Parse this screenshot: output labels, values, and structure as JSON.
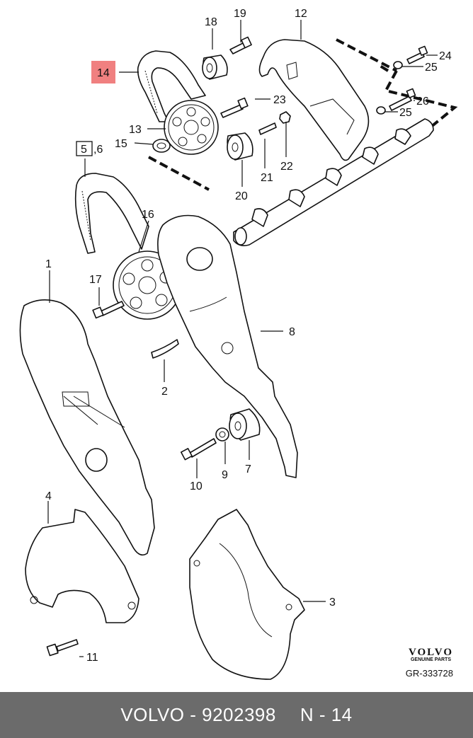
{
  "labels": {
    "p1": "1",
    "p2": "2",
    "p3": "3",
    "p4": "4",
    "p7": "7",
    "p8": "8",
    "p9": "9",
    "p10": "10",
    "p11": "11",
    "p12": "12",
    "p13": "13",
    "p14": "14",
    "p15": "15",
    "p16": "16",
    "p17": "17",
    "p18": "18",
    "p19": "19",
    "p20": "20",
    "p21": "21",
    "p22": "22",
    "p23": "23",
    "p24": "24",
    "p25a": "25",
    "p25b": "25",
    "p26": "26",
    "p5": "5",
    "p6": ",6"
  },
  "highlight_color": "#f08080",
  "brand": {
    "name": "VOLVO",
    "sub": "GENUINE PARTS"
  },
  "ref_code": "GR-333728",
  "footer": {
    "part": "VOLVO - 9202398",
    "page": "N - 14"
  }
}
